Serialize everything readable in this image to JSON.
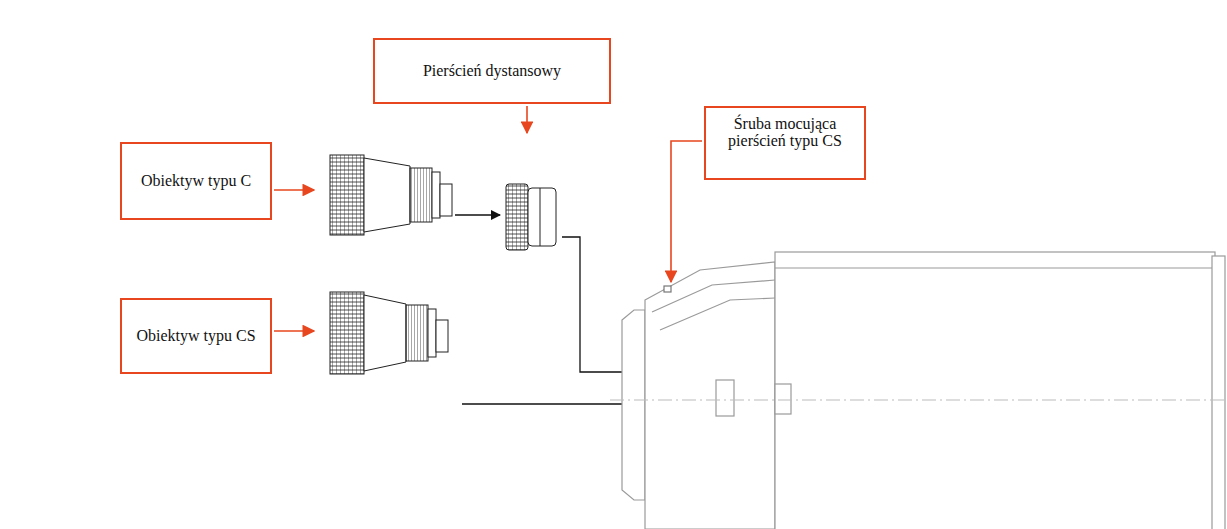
{
  "diagram": {
    "nodes": [
      {
        "text": [
          "Pierścień dystansowy"
        ]
      },
      {
        "text": [
          "Śruba mocująca pierścień typu CS"
        ]
      },
      {
        "text": [
          "Obiektyw typu C"
        ]
      },
      {
        "text": [
          "Obiektyw typu CS"
        ]
      }
    ]
  }
}
